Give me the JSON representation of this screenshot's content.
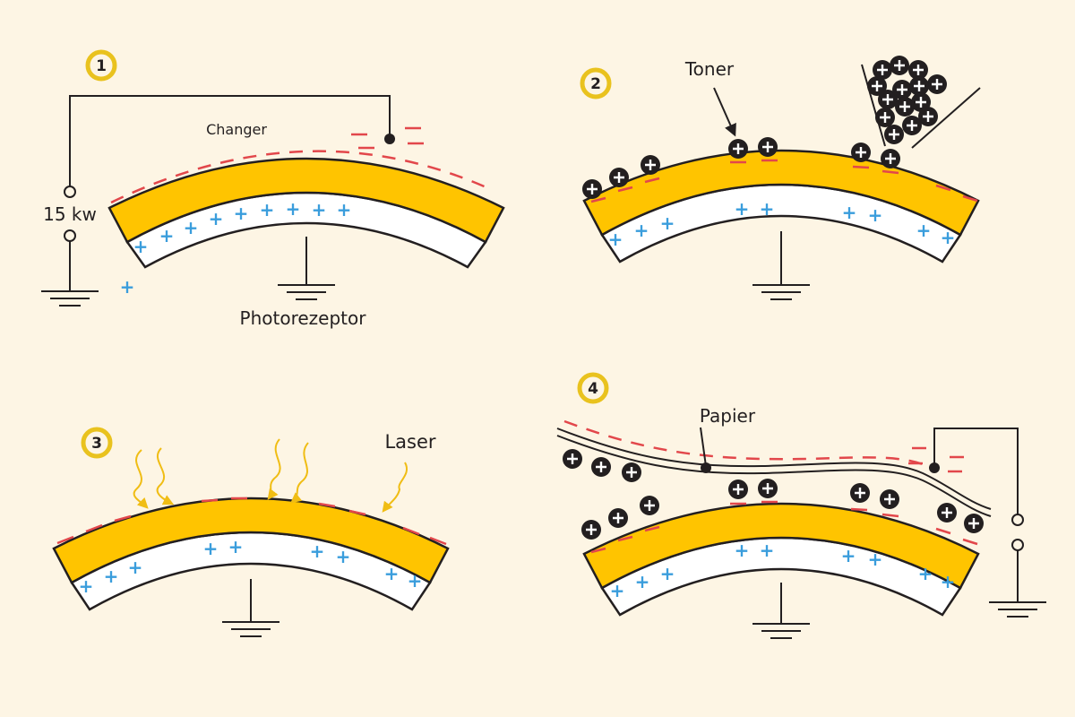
{
  "panels": [
    {
      "step": "1",
      "labels": {
        "charger": "Changer",
        "voltage": "15 kw",
        "drum": "Photorezeptor"
      }
    },
    {
      "step": "2",
      "labels": {
        "toner": "Toner"
      }
    },
    {
      "step": "3",
      "labels": {
        "laser": "Laser"
      }
    },
    {
      "step": "4",
      "labels": {
        "paper": "Papier"
      }
    }
  ],
  "colors": {
    "background": "#fdf5e4",
    "drum_layer": "#ffc400",
    "drum_base": "#ffffff",
    "outline": "#231f20",
    "negative_charge": "#e2474b",
    "positive_charge": "#3a9ddc",
    "toner_particle": "#231f20",
    "step_badge": "#e9c21e",
    "laser_beam": "#f0bd14"
  },
  "icons": {
    "toner": "plus-circle-icon",
    "ground": "ground-icon",
    "terminal": "terminal-icon",
    "laser": "wavy-arrow-icon"
  }
}
